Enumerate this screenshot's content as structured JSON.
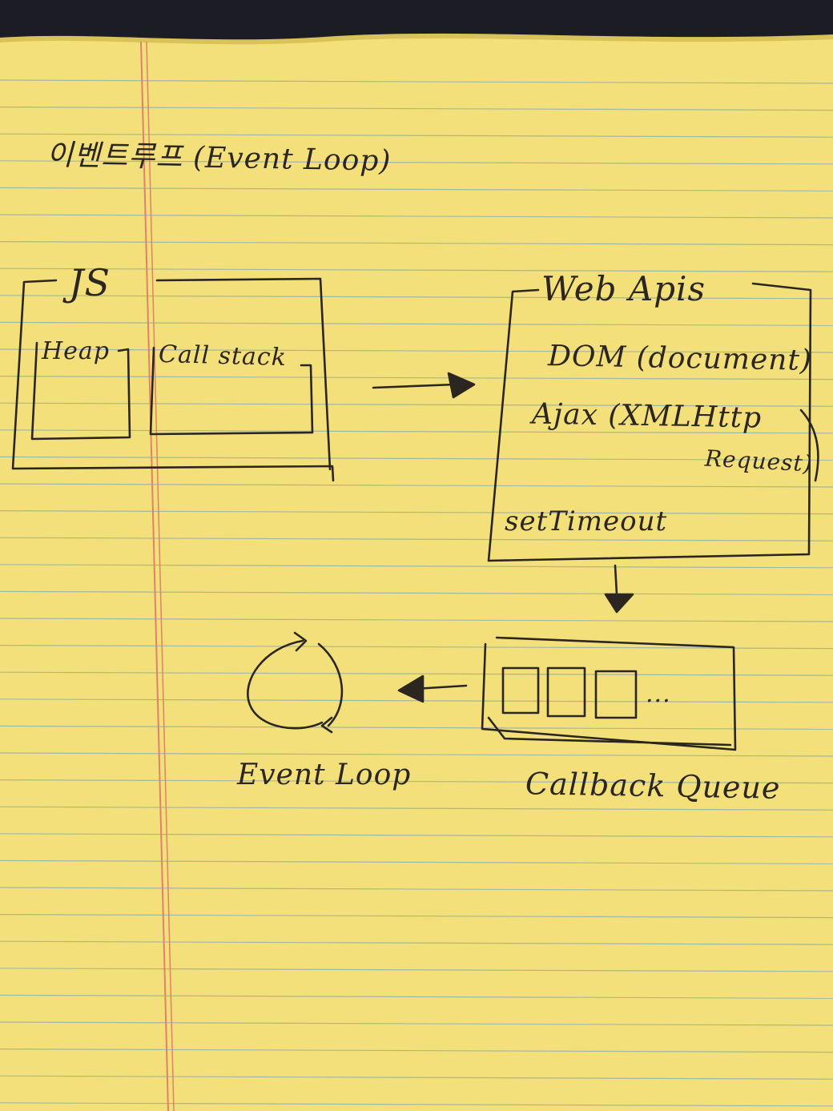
{
  "title": "이벤트루프 (Event Loop)",
  "js_box": {
    "label": "JS",
    "heap_label": "Heap",
    "call_stack_label": "Call stack"
  },
  "web_apis": {
    "label": "Web Apis",
    "items": [
      "DOM (document)",
      "Ajax (XMLHttp",
      "Request)",
      "setTimeout"
    ]
  },
  "event_loop_label": "Event Loop",
  "callback_queue": {
    "label": "Callback Queue",
    "more_indicator": "..."
  },
  "colors": {
    "paper": "#f4e07a",
    "rule_line": "#9fb7a4",
    "margin_line": "#e0826a",
    "ink": "#2b2620",
    "pad_binding": "#1c1d24"
  }
}
